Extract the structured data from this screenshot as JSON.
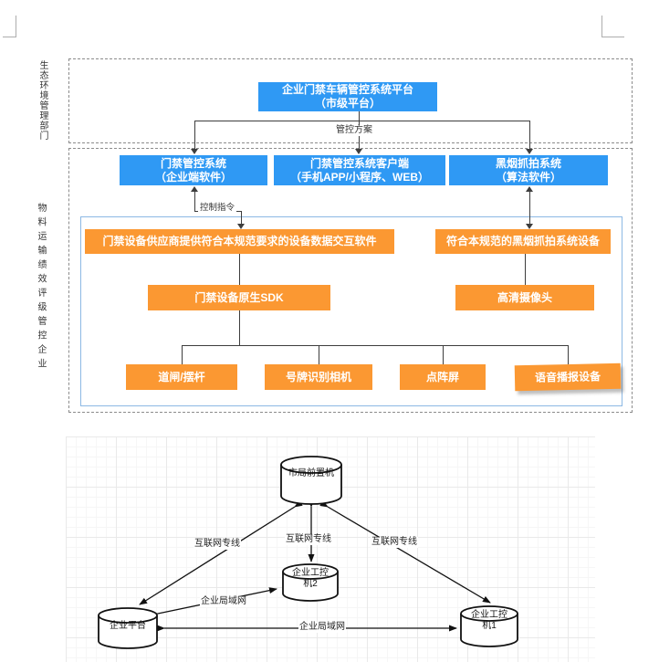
{
  "colors": {
    "node_blue": "#2f99f4",
    "node_orange": "#fb9832",
    "connector": "#3d3d3d",
    "inner_border": "#8cb8e4"
  },
  "diagram1": {
    "section1_label": "生态环境管理部门",
    "section2_label": "物料运输绩效评级管控企业",
    "platform": {
      "line1": "企业门禁车辆管控系统平台",
      "line2": "（市级平台）"
    },
    "access_system": {
      "line1": "门禁管控系统",
      "line2": "（企业端软件）"
    },
    "client": {
      "line1": "门禁管控系统客户端",
      "line2": "（手机APP/小程序、WEB）"
    },
    "smoke_system": {
      "line1": "黑烟抓拍系统",
      "line2": "（算法软件）"
    },
    "vendor_software": "门禁设备供应商提供符合本规范要求的设备数据交互软件",
    "smoke_device": "符合本规范的黑烟抓拍系统设备",
    "sdk": "门禁设备原生SDK",
    "hd_camera": "高清摄像头",
    "barrier": "道闸/摆杆",
    "plate_camera": "号牌识别相机",
    "dot_matrix": "点阵屏",
    "voice_device": "语音播报设备",
    "label_plan": "管控方案",
    "label_command": "控制指令"
  },
  "diagram2": {
    "city_frontend": "市局前置机",
    "enterprise_platform": "企业平台",
    "ipc2": "企业工控机2",
    "ipc1": "企业工控机1",
    "label_internet_left": "互联网专线",
    "label_internet_center": "互联网专线",
    "label_internet_right": "互联网专线",
    "label_lan_upper": "企业局域网",
    "label_lan_lower": "企业局域网"
  }
}
